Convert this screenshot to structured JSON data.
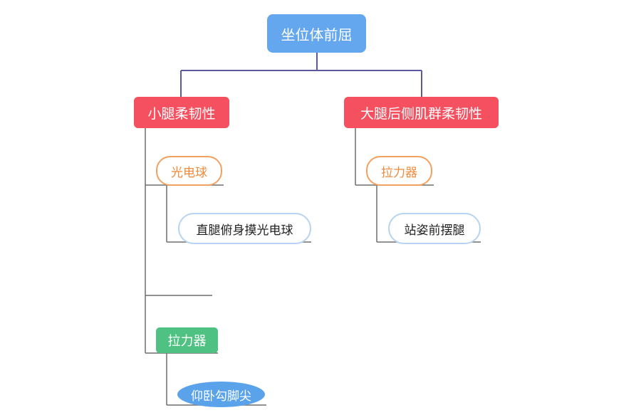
{
  "diagram": {
    "root": {
      "label": "坐位体前屈"
    },
    "branches": [
      {
        "label": "小腿柔韧性",
        "color": "#f4505f",
        "children": [
          {
            "label": "光电球",
            "style": "orange-outline",
            "children": [
              {
                "label": "直腿俯身摸光电球"
              }
            ]
          },
          {
            "label": "",
            "style": "empty"
          },
          {
            "label": "拉力器",
            "style": "green",
            "children": [
              {
                "label": "仰卧勾脚尖"
              }
            ]
          }
        ]
      },
      {
        "label": "大腿后侧肌群柔韧性",
        "color": "#f4505f",
        "children": [
          {
            "label": "拉力器",
            "style": "orange-outline",
            "children": [
              {
                "label": "站姿前摆腿"
              }
            ]
          }
        ]
      }
    ],
    "colors": {
      "root": "#64a7ef",
      "branch": "#f4505f",
      "connector_top": "#5b5a9e",
      "connector": "#6e6e6e",
      "orange": "#f08a3c",
      "blue_outline": "#b6d3f3",
      "green": "#4fc283",
      "ellipse": "#5aa3eb"
    }
  }
}
